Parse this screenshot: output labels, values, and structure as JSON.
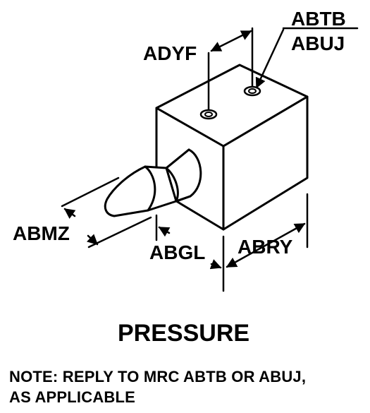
{
  "labels": {
    "adyf": "ADYF",
    "abtb": "ABTB",
    "abuj": "ABUJ",
    "abmz": "ABMZ",
    "abgl": "ABGL",
    "abry": "ABRY"
  },
  "title": "PRESSURE",
  "note": {
    "line1": "NOTE:  REPLY TO MRC ABTB OR ABUJ,",
    "line2": "AS APPLICABLE"
  },
  "colors": {
    "ink": "#000000",
    "paper": "#ffffff"
  }
}
